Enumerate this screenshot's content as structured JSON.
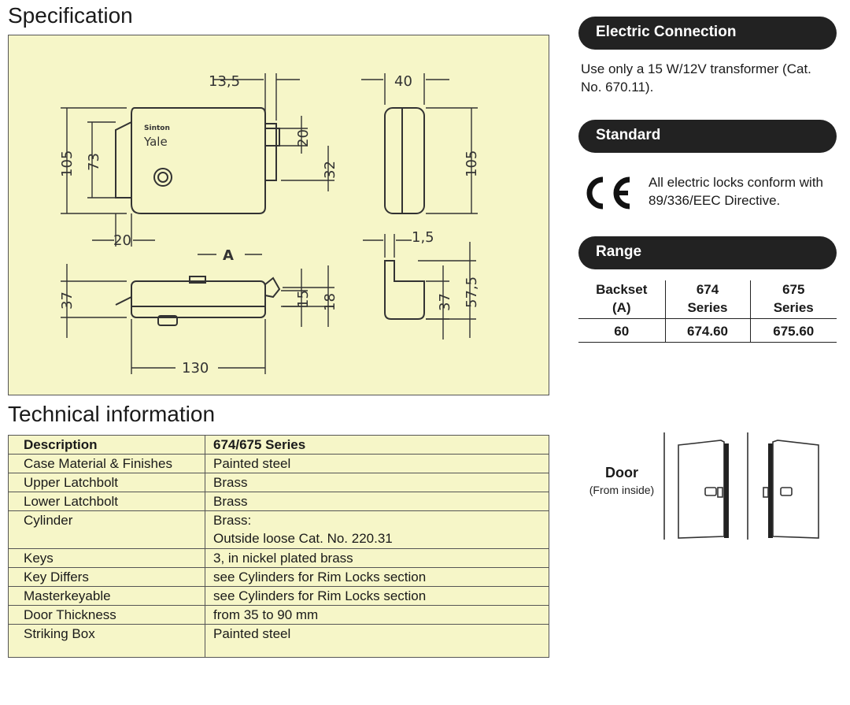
{
  "spec": {
    "title": "Specification"
  },
  "drawing": {
    "brand_small": "Sinton",
    "brand": "Yale",
    "dims": {
      "d13_5": "13,5",
      "d40": "40",
      "d105_left": "105",
      "d73": "73",
      "d20_v": "20",
      "d32": "32",
      "d105_right": "105",
      "d20_h": "20",
      "d1_5": "1,5",
      "dA": "A",
      "d37_left": "37",
      "d15": "15",
      "d18": "18",
      "d37_right": "37",
      "d57_5": "57,5",
      "d130": "130"
    }
  },
  "tech": {
    "title": "Technical information",
    "header": [
      "Description",
      "674/675 Series"
    ],
    "rows": [
      {
        "label": "Case Material & Finishes",
        "value": "Painted steel"
      },
      {
        "label": "Upper Latchbolt",
        "value": "Brass"
      },
      {
        "label": "Lower Latchbolt",
        "value": "Brass"
      },
      {
        "label": "Cylinder",
        "value": "Brass:",
        "value2": "Outside loose Cat. No. 220.31"
      },
      {
        "label": "Keys",
        "value": "3, in nickel plated brass"
      },
      {
        "label": "Key Differs",
        "value": "see Cylinders for Rim Locks section"
      },
      {
        "label": "Masterkeyable",
        "value": "see Cylinders for Rim Locks section"
      },
      {
        "label": "Door Thickness",
        "value": "from 35 to 90 mm"
      },
      {
        "label": "Striking Box",
        "value": "Painted steel"
      }
    ]
  },
  "electric": {
    "title": "Electric Connection",
    "text": "Use only a 15 W/12V transformer (Cat. No. 670.11)."
  },
  "standard": {
    "title": "Standard",
    "mark": "CE",
    "text": "All electric locks conform with 89/336/EEC Directive."
  },
  "range": {
    "title": "Range",
    "head": {
      "backset": "Backset",
      "backset_sub": "(A)",
      "s674": "674",
      "s675": "675",
      "series": "Series"
    },
    "row": {
      "backset": "60",
      "v674": "674.60",
      "v675": "675.60"
    }
  },
  "door": {
    "title": "Door",
    "subtitle": "(From inside)"
  },
  "colors": {
    "panel": "#f6f6c8",
    "pill": "#222222",
    "line": "#333333"
  }
}
